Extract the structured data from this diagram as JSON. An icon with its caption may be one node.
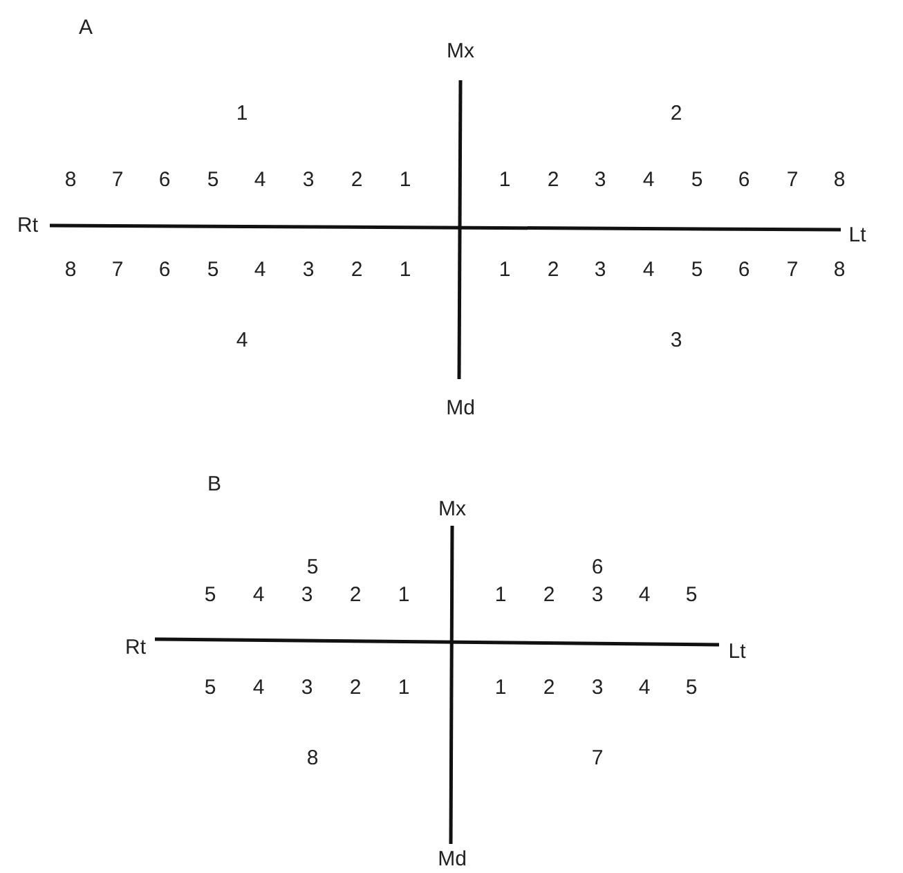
{
  "diagram": {
    "labels": [
      "A",
      "Mx",
      "1",
      "2",
      "8",
      "7",
      "6",
      "5",
      "4",
      "3",
      "2",
      "1",
      "1",
      "2",
      "3",
      "4",
      "5",
      "6",
      "7",
      "8",
      "Rt",
      "Lt",
      "8",
      "7",
      "6",
      "5",
      "4",
      "3",
      "2",
      "1",
      "1",
      "2",
      "3",
      "4",
      "5",
      "6",
      "7",
      "8",
      "4",
      "3",
      "Md",
      "B",
      "Mx",
      "5",
      "6",
      "5",
      "4",
      "3",
      "2",
      "1",
      "1",
      "2",
      "3",
      "4",
      "5",
      "Rt",
      "Lt",
      "5",
      "4",
      "3",
      "2",
      "1",
      "1",
      "2",
      "3",
      "4",
      "5",
      "8",
      "7",
      "Md"
    ]
  }
}
